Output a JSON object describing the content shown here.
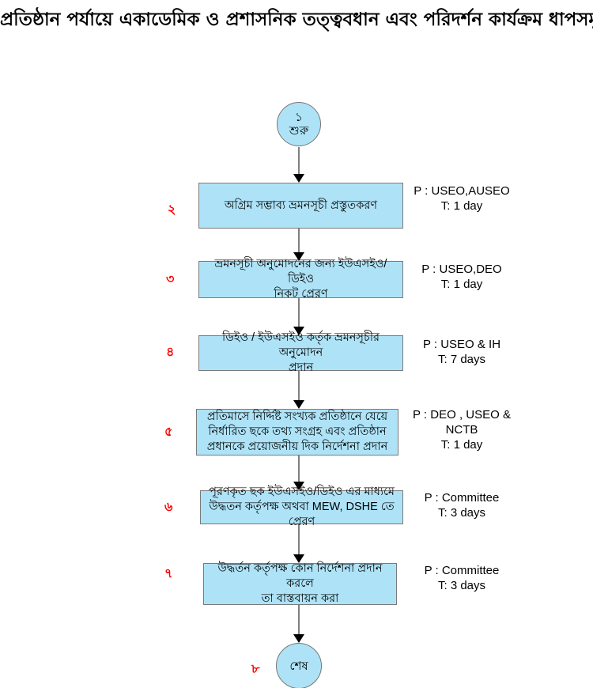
{
  "title": "প্রতিষ্ঠান পর্যায়ে একাডেমিক ও প্রশাসনিক তত্ত্ববধান এবং পরিদর্শন কার্যক্রম ধাপসমূহ",
  "colors": {
    "node_fill": "#aee3f7",
    "node_border": "#7a7a7a",
    "step_number": "#ff0000",
    "arrow_shaft": "#808080",
    "arrow_head": "#000000",
    "text": "#000000",
    "background": "#ffffff"
  },
  "start_node": {
    "number": "১",
    "label": "শুরু"
  },
  "end_node": {
    "number": "৮",
    "label": "শেষ"
  },
  "steps": [
    {
      "number": "২",
      "lines": [
        "অগ্রিম সম্ভাব্য ভ্রমনসূচী প্রস্তুতকরণ"
      ],
      "annotation": [
        "P : USEO,AUSEO",
        "T: 1 day"
      ]
    },
    {
      "number": "৩",
      "lines": [
        "ভ্রমনসূচী অনুমোদনের জন্য ইউএসইও/ডিইও",
        "নিকট  প্রেরণ"
      ],
      "annotation": [
        "P : USEO,DEO",
        "T: 1 day"
      ]
    },
    {
      "number": "৪",
      "lines": [
        "ডিইও / ইউএসইও কর্তৃক ভ্রমনসূচীর অনুমোদন",
        "প্রদান"
      ],
      "annotation": [
        "P : USEO & IH",
        "T: 7 days"
      ]
    },
    {
      "number": "৫",
      "lines": [
        "প্রতিমাসে নির্দ্দিষ্ট সংখ্যক প্রতিষ্ঠানে যেয়ে",
        "নির্ধারিত ছকে তথ্য সংগ্রহ এবং প্রতিষ্ঠান",
        "প্রধানকে প্রয়োজনীয় দিক নির্দেশনা প্রদান"
      ],
      "annotation": [
        "P : DEO , USEO &",
        "NCTB",
        "T: 1 day"
      ]
    },
    {
      "number": "৬",
      "lines": [
        "পূরণকৃত ছক ইউএসইও/ডিইও  এর মাধ্যমে",
        "উদ্ধতন কর্তৃপক্ষ অথবা MEW, DSHE তে প্রেরণ"
      ],
      "annotation": [
        "P : Committee",
        "T: 3 days"
      ]
    },
    {
      "number": "৭",
      "lines": [
        "উদ্ধর্তন কর্তৃপক্ষ কোন নির্দেশনা প্রদান করলে",
        "তা বাস্তবায়ন করা"
      ],
      "annotation": [
        "P : Committee",
        "T: 3 days"
      ]
    }
  ]
}
